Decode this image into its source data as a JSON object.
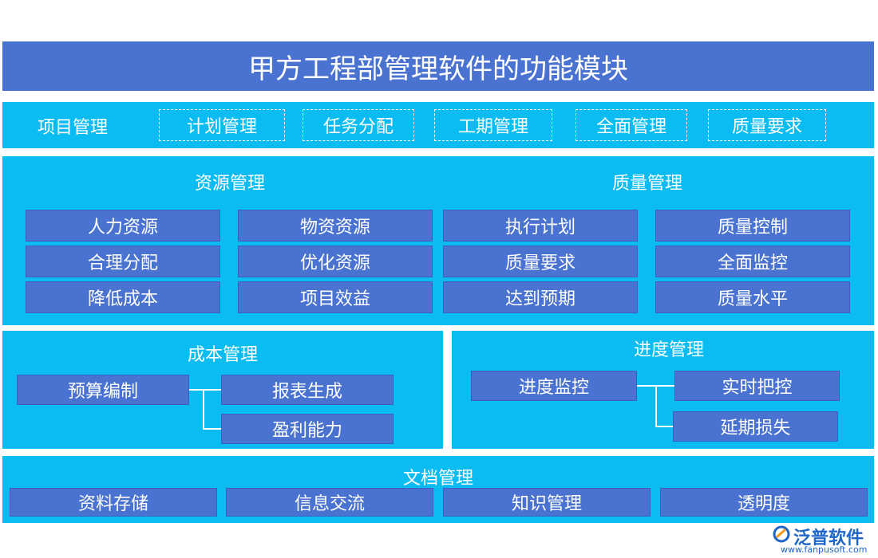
{
  "title": "甲方工程部管理软件的功能模块",
  "project": {
    "label": "项目管理",
    "items": [
      "计划管理",
      "任务分配",
      "工期管理",
      "全面管理",
      "质量要求"
    ]
  },
  "resource": {
    "title": "资源管理",
    "col1": [
      "人力资源",
      "合理分配",
      "降低成本"
    ],
    "col2": [
      "物资资源",
      "优化资源",
      "项目效益"
    ]
  },
  "quality": {
    "title": "质量管理",
    "col1": [
      "执行计划",
      "质量要求",
      "达到预期"
    ],
    "col2": [
      "质量控制",
      "全面监控",
      "质量水平"
    ]
  },
  "cost": {
    "title": "成本管理",
    "root": "预算编制",
    "children": [
      "报表生成",
      "盈利能力"
    ]
  },
  "progress": {
    "title": "进度管理",
    "root": "进度监控",
    "children": [
      "实时把控",
      "延期损失"
    ]
  },
  "docs": {
    "title": "文档管理",
    "items": [
      "资料存储",
      "信息交流",
      "知识管理",
      "透明度"
    ]
  },
  "logo": {
    "name": "泛普软件",
    "url": "www.fanpusoft.com"
  }
}
